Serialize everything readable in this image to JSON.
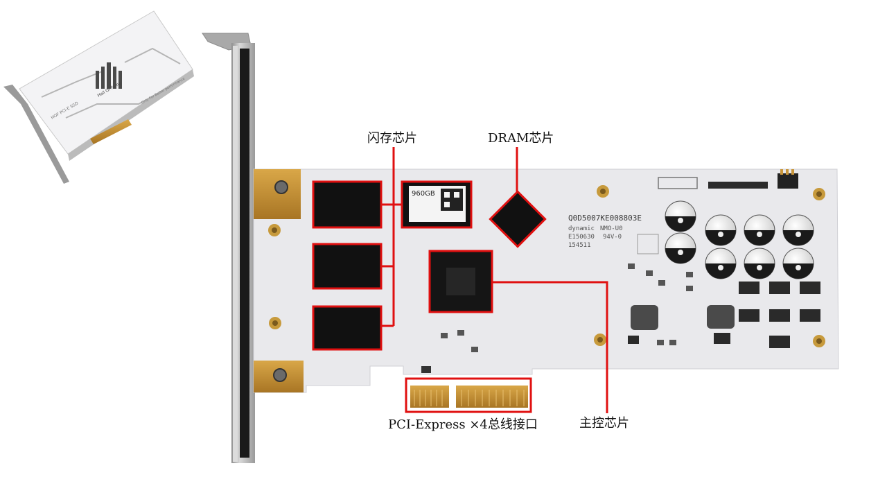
{
  "labels": {
    "flash": "闪存芯片",
    "dram": "DRAM芯片",
    "controller": "主控芯片",
    "interface": "PCI-Express ×4总线接口"
  },
  "board_text": {
    "part_number": "Q0D5007KE008803E",
    "line1": "dynamic",
    "line2": "E150630",
    "line3": "154511",
    "line4": "NMO-U0",
    "line5": "94V-0",
    "capacity": "960GB",
    "mini_brand": "Hall Of Fame",
    "mini_model": "HOF PCI-E SSD",
    "mini_slogan": "Only For Better performance"
  },
  "colors": {
    "highlight": "#e01010",
    "board": "#e9e9ec",
    "bracket": "#bdbdbd",
    "gold": "#c9963b",
    "chip": "#111111"
  }
}
